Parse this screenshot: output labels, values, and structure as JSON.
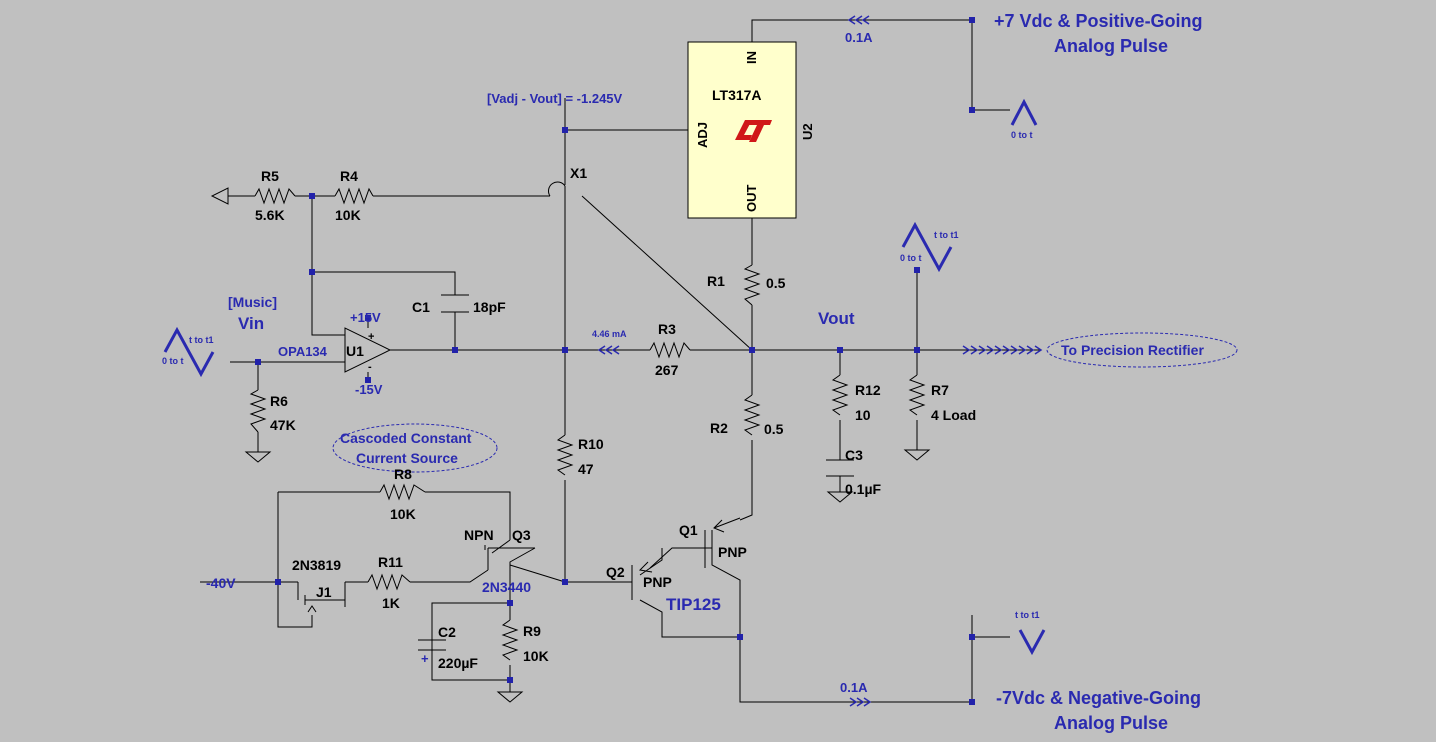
{
  "colors": {
    "background": "#c0c0c0",
    "wire": "#000000",
    "label_blue": "#2a2ab0",
    "lt_logo": "#d01818",
    "ic_fill": "#ffffcc"
  },
  "supplies": {
    "pos_title": "+7 Vdc &  Positive-Going",
    "pos_sub": "Analog Pulse",
    "neg_title": "-7Vdc & Negative-Going",
    "neg_sub": "Analog Pulse",
    "in_current": "0.1A",
    "out_current": "0.1A",
    "neg40": "-40V"
  },
  "regulator": {
    "part": "LT317A",
    "ref": "U2",
    "pin_in": "IN",
    "pin_adj": "ADJ",
    "pin_out": "OUT",
    "adj_note": "[Vadj - Vout] = -1.245V"
  },
  "crossing": "X1",
  "opamp": {
    "part": "OPA134",
    "ref": "U1",
    "vpos": "+15V",
    "vneg": "-15V",
    "plus": "+",
    "minus": "-"
  },
  "input": {
    "label1": "[Music]",
    "label2": "Vin"
  },
  "nodes": {
    "vout": "Vout"
  },
  "current_label": "4.46 mA",
  "rectifier": "To Precision Rectifier",
  "ccs": {
    "line1": "Cascoded Constant",
    "line2": "Current Source"
  },
  "pulse_labels": {
    "t_to_t1": "t to t1",
    "zero_to_t": "0 to t",
    "t_to_t1_neg": "t to t1",
    "zero_to_t_pos": "0 to t"
  },
  "components": {
    "R1": {
      "ref": "R1",
      "value": "0.5"
    },
    "R2": {
      "ref": "R2",
      "value": "0.5"
    },
    "R3": {
      "ref": "R3",
      "value": "267"
    },
    "R4": {
      "ref": "R4",
      "value": "10K"
    },
    "R5": {
      "ref": "R5",
      "value": "5.6K"
    },
    "R6": {
      "ref": "R6",
      "value": "47K"
    },
    "R7": {
      "ref": "R7",
      "value": "4 Load"
    },
    "R8": {
      "ref": "R8",
      "value": "10K"
    },
    "R9": {
      "ref": "R9",
      "value": "10K"
    },
    "R10": {
      "ref": "R10",
      "value": "47"
    },
    "R11": {
      "ref": "R11",
      "value": "1K"
    },
    "R12": {
      "ref": "R12",
      "value": "10"
    },
    "C1": {
      "ref": "C1",
      "value": "18pF"
    },
    "C2": {
      "ref": "C2",
      "value": "220µF",
      "plus": "+"
    },
    "C3": {
      "ref": "C3",
      "value": "0.1µF"
    },
    "Q1": {
      "ref": "Q1",
      "type": "PNP"
    },
    "Q2": {
      "ref": "Q2",
      "type": "PNP",
      "part": "TIP125"
    },
    "Q3": {
      "ref": "Q3",
      "type": "NPN",
      "part": "2N3440"
    },
    "J1": {
      "ref": "J1",
      "part": "2N3819"
    }
  }
}
